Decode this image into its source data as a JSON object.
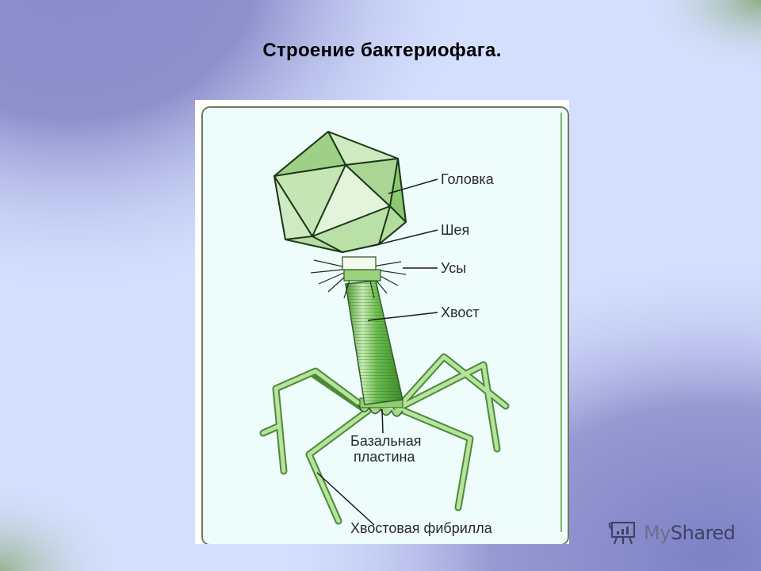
{
  "slide": {
    "title": "Строение бактериофага.",
    "background_colors": {
      "light": "#d4defd",
      "violet": "#8b8cc8",
      "green_corner": "#9fb48f"
    }
  },
  "diagram": {
    "subject": "bacteriophage",
    "frame_border_color": "#6f7a62",
    "panel_color": "#eefcfb",
    "phage_green": "#8cc46a",
    "phage_dark_green": "#3c8a2a",
    "labels": [
      {
        "id": "head",
        "text": "Головка"
      },
      {
        "id": "neck",
        "text": "Шея"
      },
      {
        "id": "whiskers",
        "text": "Усы"
      },
      {
        "id": "tail",
        "text": "Хвост"
      },
      {
        "id": "baseplate_line1",
        "text": "Базальная"
      },
      {
        "id": "baseplate_line2",
        "text": "пластина"
      },
      {
        "id": "tail_fiber",
        "text": "Хвостовая фибрилла"
      }
    ]
  },
  "watermark": {
    "icon": "presentation-board-icon",
    "text_prefix": "My",
    "text_suffix": "Shared"
  }
}
